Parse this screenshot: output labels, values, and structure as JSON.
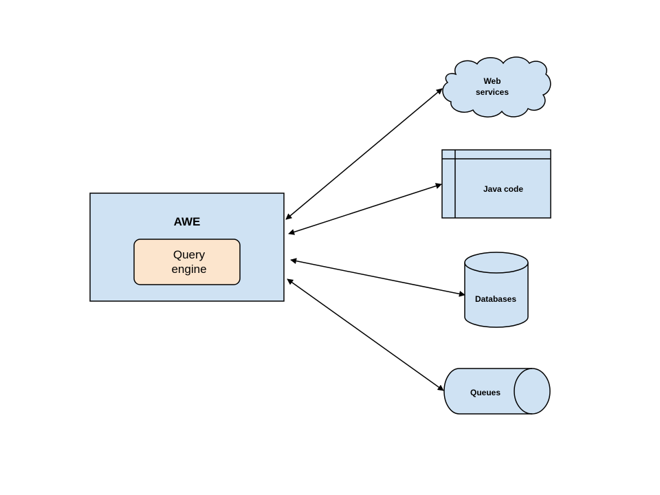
{
  "colors": {
    "node_fill": "#cfe2f3",
    "engine_fill": "#fce5cd",
    "stroke": "#000000",
    "background": "#ffffff"
  },
  "awe": {
    "title": "AWE",
    "query_engine": [
      "Query",
      "engine"
    ]
  },
  "web_services": {
    "label": [
      "Web",
      "services"
    ],
    "icon": "cloud-icon"
  },
  "java_code": {
    "label": "Java code",
    "icon": "internal-storage-icon"
  },
  "databases": {
    "label": "Databases",
    "icon": "cylinder-icon"
  },
  "queues": {
    "label": "Queues",
    "icon": "horizontal-cylinder-icon"
  },
  "connections": [
    {
      "from": "AWE",
      "to": "Web services",
      "bidirectional": true
    },
    {
      "from": "AWE",
      "to": "Java code",
      "bidirectional": true
    },
    {
      "from": "AWE",
      "to": "Databases",
      "bidirectional": true
    },
    {
      "from": "AWE",
      "to": "Queues",
      "bidirectional": true
    }
  ]
}
